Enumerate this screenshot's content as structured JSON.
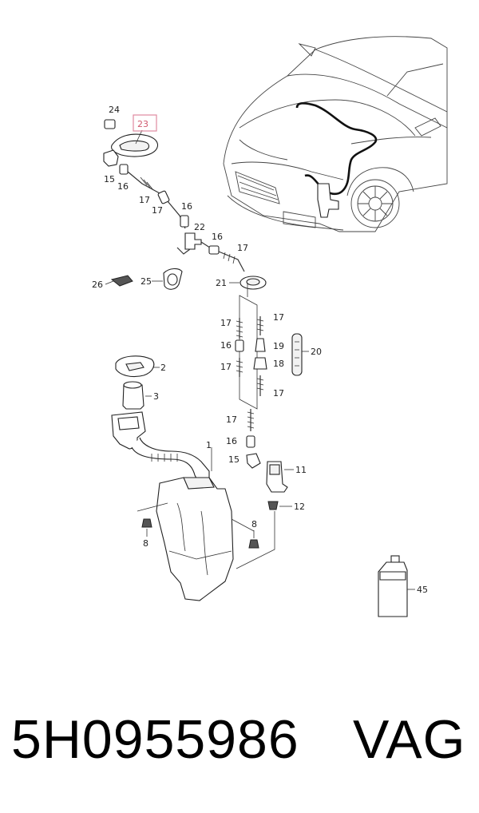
{
  "callouts": {
    "c1": "1",
    "c2": "2",
    "c3": "3",
    "c8a": "8",
    "c8b": "8",
    "c11": "11",
    "c12": "12",
    "c15a": "15",
    "c15b": "15",
    "c16a": "16",
    "c16b": "16",
    "c16c": "16",
    "c16d": "16",
    "c16e": "16",
    "c17a": "17",
    "c17b": "17",
    "c17c": "17",
    "c17d": "17",
    "c17e": "17",
    "c17f": "17",
    "c17g": "17",
    "c17h": "17",
    "c18": "18",
    "c19": "19",
    "c20": "20",
    "c21": "21",
    "c22": "22",
    "c23": "23",
    "c24": "24",
    "c25": "25",
    "c26": "26",
    "c45": "45"
  },
  "highlight": {
    "part": "23",
    "color": "#d05a70"
  },
  "footer": {
    "part_number": "5H0955986",
    "brand": "VAG"
  }
}
